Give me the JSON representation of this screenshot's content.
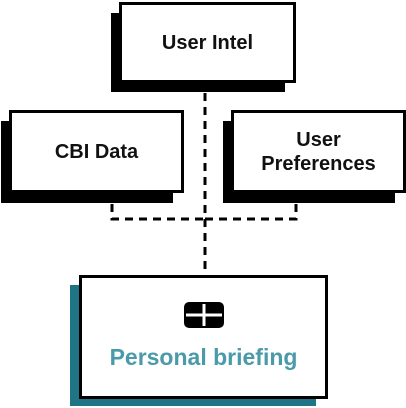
{
  "nodes": {
    "user_intel": {
      "label": "User Intel"
    },
    "cbi_data": {
      "label": "CBI Data"
    },
    "user_preferences": {
      "label": "User Preferences"
    },
    "personal_briefing": {
      "label": "Personal briefing",
      "icon": "card-icon"
    }
  },
  "edges": [
    {
      "from": "user_intel",
      "to": "personal_briefing",
      "style": "dashed"
    },
    {
      "from": "cbi_data",
      "to": "personal_briefing",
      "style": "dashed"
    },
    {
      "from": "user_preferences",
      "to": "personal_briefing",
      "style": "dashed"
    }
  ],
  "colors": {
    "border": "#000000",
    "shadow": "#000000",
    "briefing_shadow": "#1f7585",
    "briefing_text": "#4a9aaa"
  }
}
